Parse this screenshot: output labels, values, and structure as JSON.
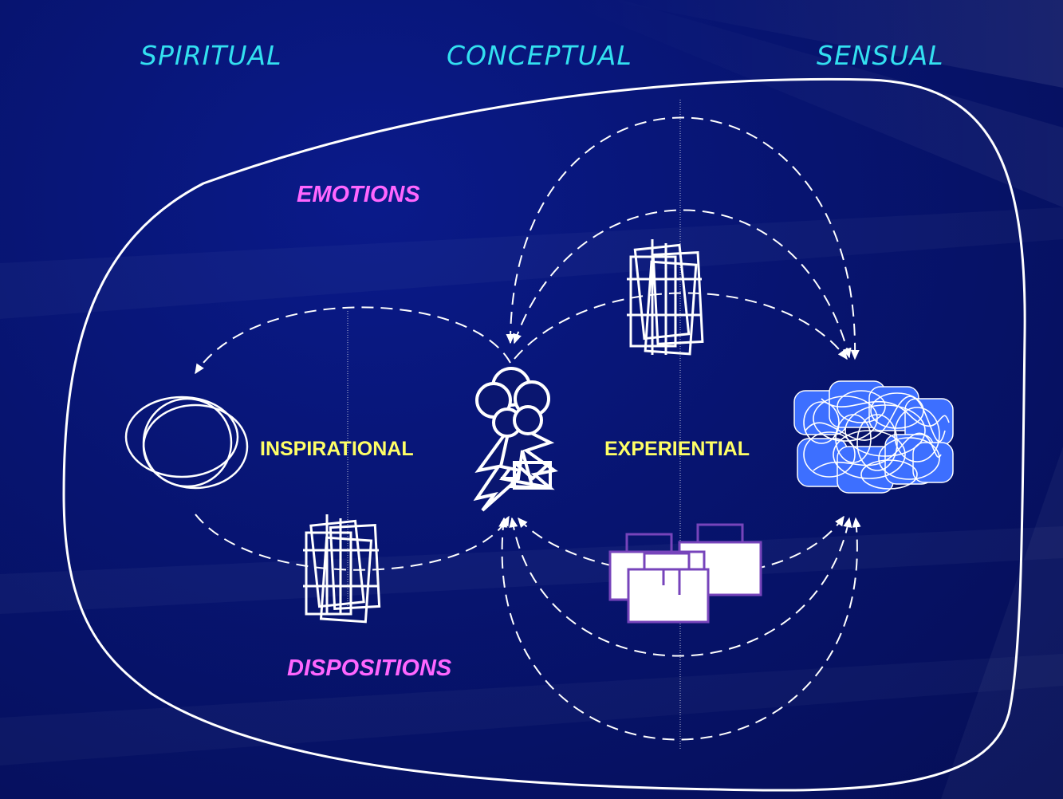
{
  "headings": {
    "spiritual": "SPIRITUAL",
    "conceptual": "CONCEPTUAL",
    "sensual": "SENSUAL"
  },
  "labels": {
    "emotions": "EMOTIONS",
    "dispositions": "DISPOSITIONS",
    "inspirational": "INSPIRATIONAL",
    "experiential": "EXPERIENTIAL"
  },
  "colors": {
    "heading": "#33e0f0",
    "emotion_label": "#ff66ff",
    "center_label": "#ffff66",
    "lines": "#ffffff",
    "folder_border": "#7744bb",
    "scribble_fill": "#3d6fff",
    "background": "#071470"
  },
  "icons": {
    "left": "overlapping-circles-icon",
    "center": "figure-cluster-icon",
    "right": "scribble-cloud-icon",
    "frames": "frame-stack-icon",
    "folders": "folder-stack-icon"
  }
}
